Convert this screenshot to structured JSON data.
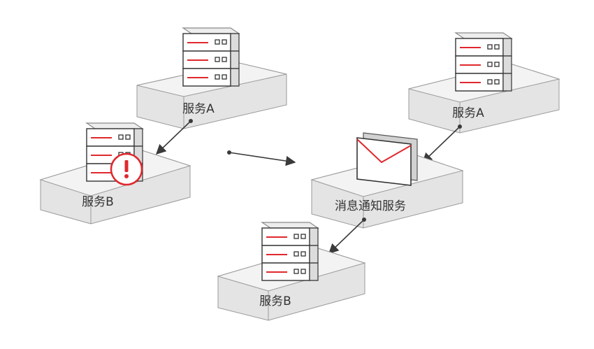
{
  "colors": {
    "accent": "#e0282e",
    "platform_top": "#f3f3f3",
    "platform_side": "#e4e4e4",
    "outline": "#8a8a8a",
    "arrow": "#3a3a3a"
  },
  "before": {
    "service_a_label": "服务A",
    "service_b_label": "服务B",
    "service_b_status_icon": "error-icon"
  },
  "transition_icon": "arrow-right",
  "after": {
    "service_a_label": "服务A",
    "notification_label": "消息通知服务",
    "notification_icon": "envelope-icon",
    "service_b_label": "服务B"
  }
}
